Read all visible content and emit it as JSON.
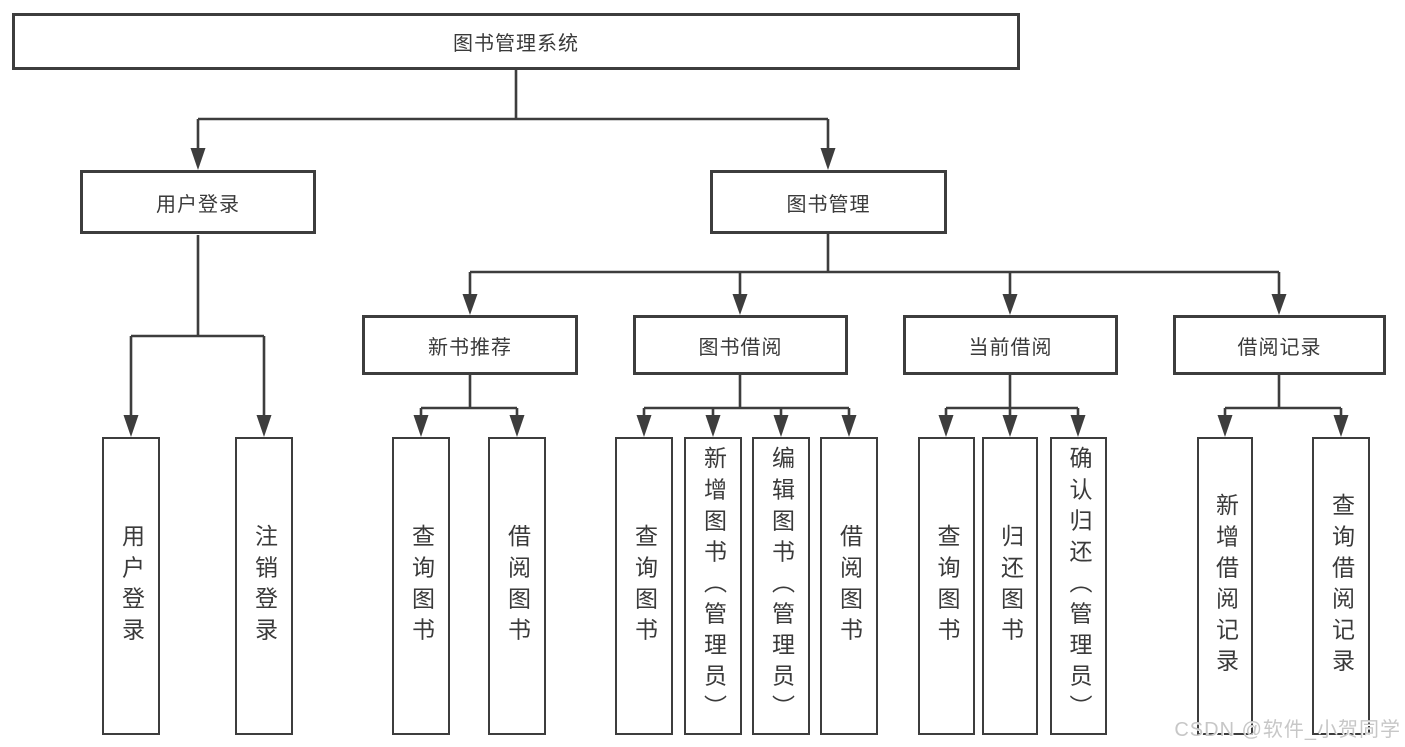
{
  "diagram": {
    "title": "图书管理系统",
    "tree": {
      "label": "图书管理系统",
      "children": [
        {
          "label": "用户登录",
          "children": [
            {
              "label": "用户登录"
            },
            {
              "label": "注销登录"
            }
          ]
        },
        {
          "label": "图书管理",
          "children": [
            {
              "label": "新书推荐",
              "children": [
                {
                  "label": "查询图书"
                },
                {
                  "label": "借阅图书"
                }
              ]
            },
            {
              "label": "图书借阅",
              "children": [
                {
                  "label": "查询图书"
                },
                {
                  "label": "新增图书（管理员）"
                },
                {
                  "label": "编辑图书（管理员）"
                },
                {
                  "label": "借阅图书"
                }
              ]
            },
            {
              "label": "当前借阅",
              "children": [
                {
                  "label": "查询图书"
                },
                {
                  "label": "归还图书"
                },
                {
                  "label": "确认归还（管理员）"
                }
              ]
            },
            {
              "label": "借阅记录",
              "children": [
                {
                  "label": "新增借阅记录"
                },
                {
                  "label": "查询借阅记录"
                }
              ]
            }
          ]
        }
      ]
    },
    "colors": {
      "line": "#3d3d3d",
      "text": "#3a3a3a",
      "box_background": "#ffffff",
      "watermark": "#c7c7c7"
    }
  },
  "watermark": {
    "text": "CSDN @软件_小贺同学"
  }
}
